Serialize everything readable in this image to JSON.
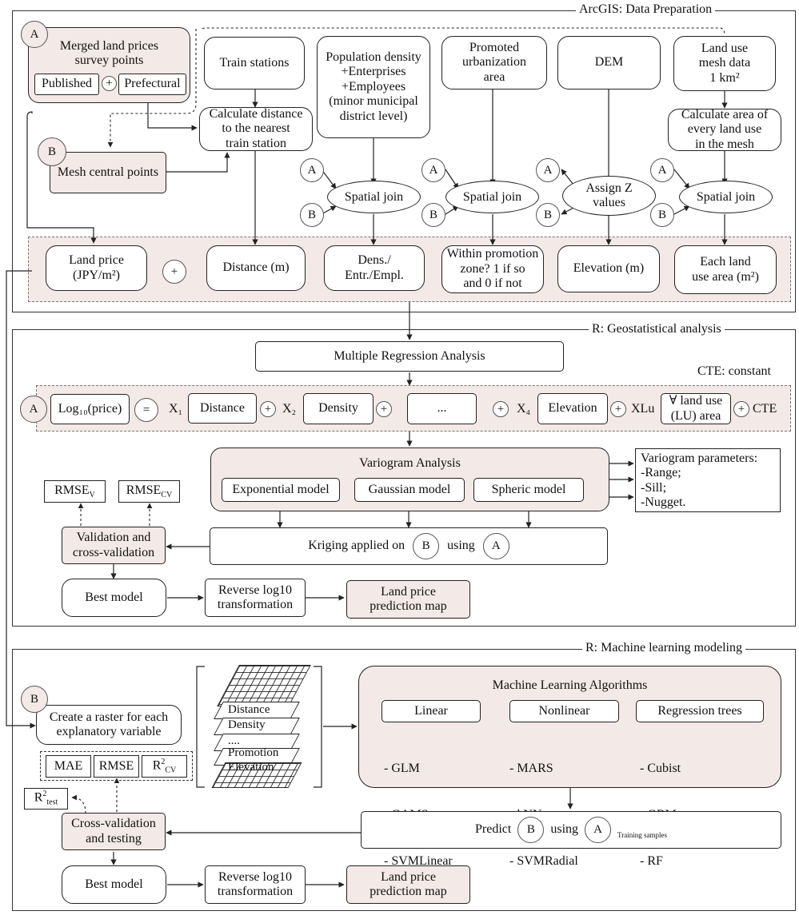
{
  "sections": {
    "arcgis": "ArcGIS: Data Preparation",
    "geostat": "R: Geostatistical analysis",
    "ml": "R: Machine learning modeling"
  },
  "markers": {
    "a": "A",
    "b": "B",
    "plus": "+",
    "equals": "="
  },
  "arcgis": {
    "merged": [
      "Merged land prices",
      "survey points"
    ],
    "published": "Published",
    "prefectural": "Prefectural",
    "mesh_points": "Mesh central points",
    "train": "Train stations",
    "calc_dist": [
      "Calculate distance",
      "to the nearest",
      "train station"
    ],
    "population": [
      "Population density",
      "+Enterprises",
      "+Employees",
      "(minor municipal",
      "district level)"
    ],
    "promoted": [
      "Promoted",
      "urbanization",
      "area"
    ],
    "dem": "DEM",
    "landuse_mesh": [
      "Land use",
      "mesh data",
      "1 km²"
    ],
    "calc_area": [
      "Calculate area of",
      "every land use",
      "in the mesh"
    ],
    "spatial_join": "Spatial join",
    "assign_z": [
      "Assign Z",
      "values"
    ],
    "land_price": [
      "Land price",
      "(JPY/m²)"
    ],
    "distance": "Distance (m)",
    "dens": [
      "Dens./",
      "Entr./Empl."
    ],
    "promotion_zone": [
      "Within promotion",
      "zone? 1 if so",
      "and 0 if not"
    ],
    "elevation": "Elevation (m)",
    "lu_area": [
      "Each land",
      "use area (m²)"
    ]
  },
  "geostat": {
    "mra": "Multiple Regression Analysis",
    "cte_note": "CTE: constant",
    "log_price": "Log₁₀(price)",
    "x1": "X₁",
    "x2": "X₂",
    "x4": "X₄",
    "xlu": "XLu",
    "distance": "Distance",
    "density": "Density",
    "ellipsis": "...",
    "elevation": "Elevation",
    "lu_area": [
      "∀ land use",
      "(LU) area"
    ],
    "cte": "CTE",
    "variogram": "Variogram Analysis",
    "exp_model": "Exponential model",
    "gauss_model": "Gaussian model",
    "spheric_model": "Spheric model",
    "vparams": [
      "Variogram parameters:",
      "-Range;",
      "-Sill;",
      "-Nugget."
    ],
    "rmse_v": "RMSEᵥ",
    "rmse_cv": "RMSECV",
    "validation": [
      "Validation and",
      "cross-validation"
    ],
    "kriging_a": "Kriging applied on",
    "kriging_b": "using",
    "best_model": "Best model",
    "reverse": [
      "Reverse log10",
      "transformation"
    ],
    "prediction_map": [
      "Land price",
      "prediction map"
    ]
  },
  "ml": {
    "create_raster": [
      "Create a raster for each",
      "explanatory variable"
    ],
    "layers": [
      "Distance",
      "Density",
      "....",
      "Promotion",
      "Elevation"
    ],
    "mae": "MAE",
    "rmse": "RMSE",
    "r2cv": "R²CV",
    "r2test": "R²test",
    "cv_testing": [
      "Cross-validation",
      "and testing"
    ],
    "algorithms_title": "Machine Learning Algorithms",
    "linear": "Linear",
    "nonlinear": "Nonlinear",
    "trees": "Regression trees",
    "linear_list": [
      "- GLM",
      "- GAMS",
      "- SVMLinear"
    ],
    "nonlinear_list": [
      "- MARS",
      "- kNN",
      "- SVMRadial"
    ],
    "trees_list": [
      "- Cubist",
      "- GBM",
      "- RF"
    ],
    "predict": "Predict",
    "using": "using",
    "training": "Training samples",
    "best_model": "Best model",
    "reverse": [
      "Reverse log10",
      "transformation"
    ],
    "prediction_map": [
      "Land price",
      "prediction map"
    ]
  },
  "colors": {
    "shade": "#f3e9e6",
    "line": "#222222"
  }
}
